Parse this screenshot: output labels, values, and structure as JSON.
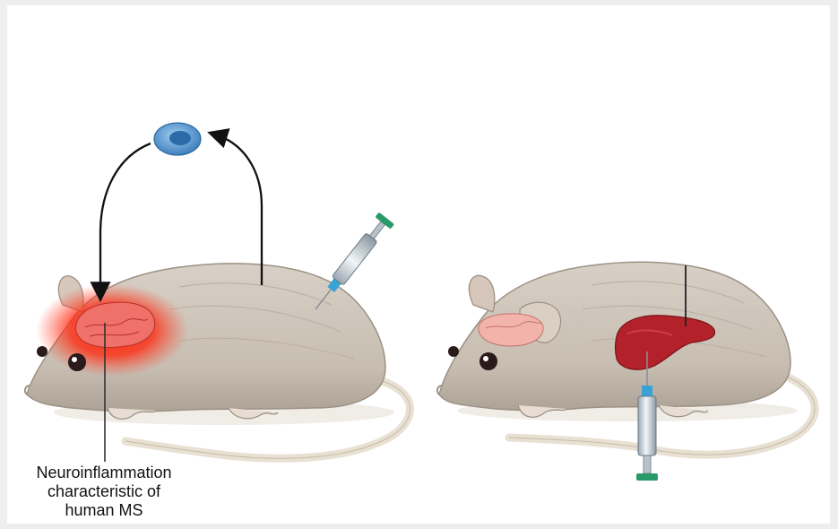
{
  "caption": {
    "line1": "Neuroinflammation",
    "line2": "characteristic of",
    "line3": "human MS"
  },
  "colors": {
    "mouse_fur": "#cfc6bc",
    "mouse_shadow": "#a79d92",
    "tail": "#e8e0d2",
    "inflammation": "#ff1a00",
    "liver": "#b3222a",
    "cell": "#4f8fc8",
    "syringe_cap": "#2a9a6a"
  },
  "icons": [
    "cell-icon",
    "syringe-icon",
    "liver-icon",
    "brain-icon"
  ]
}
